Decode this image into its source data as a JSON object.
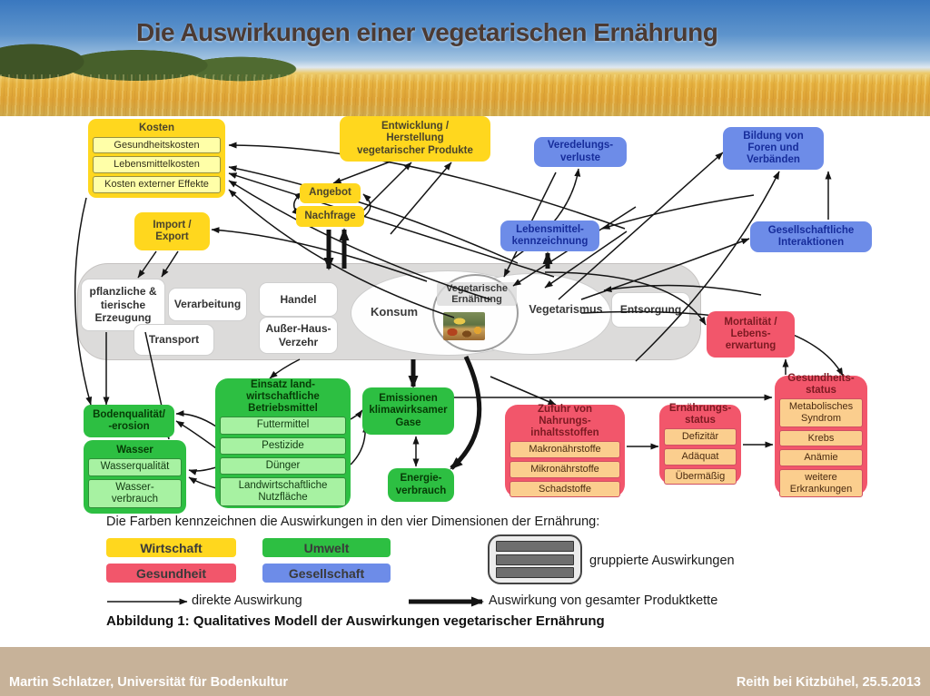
{
  "title": "Die Auswirkungen einer vegetarischen Ernährung",
  "footer": {
    "left": "Martin Schlatzer, Universität für Bodenkultur",
    "right": "Reith bei Kitzbühel, 25.5.2013"
  },
  "colors": {
    "wirtschaft": "#ffd71e",
    "umwelt": "#2dbf42",
    "gesundheit": "#f2566b",
    "gesellschaft": "#6d8ce8"
  },
  "boxes": {
    "kosten": {
      "title": "Kosten",
      "items": [
        "Gesundheitskosten",
        "Lebensmittelkosten",
        "Kosten externer Effekte"
      ]
    },
    "entwicklung": {
      "label": "Entwicklung /\nHerstellung\nvegetarischer Produkte"
    },
    "angebot": {
      "label": "Angebot"
    },
    "nachfrage": {
      "label": "Nachfrage"
    },
    "import_export": {
      "label": "Import /\nExport"
    },
    "veredelungsverluste": {
      "label": "Veredelungs-\nverluste"
    },
    "bildung_foren": {
      "label": "Bildung von\nForen und\nVerbänden"
    },
    "lebensmittelkennzeichnung": {
      "label": "Lebensmittel-\nkennzeichnung"
    },
    "gesellschaftliche_interaktionen": {
      "label": "Gesellschaftliche\nInteraktionen"
    },
    "einsatz_betriebsmittel": {
      "title": "Einsatz land-\nwirtschaftliche\nBetriebsmittel",
      "items": [
        "Futtermittel",
        "Pestizide",
        "Dünger",
        "Landwirtschaftliche\nNutzfläche"
      ]
    },
    "emissionen": {
      "label": "Emissionen\nklimawirksamer\nGase"
    },
    "energieverbrauch": {
      "label": "Energie-\nverbrauch"
    },
    "bodenqualitaet": {
      "label": "Bodenqualität/\n-erosion"
    },
    "wasser": {
      "title": "Wasser",
      "items": [
        "Wasserqualität",
        "Wasser-\nverbrauch"
      ]
    },
    "zufuhr": {
      "title": "Zufuhr von\nNahrungs-\ninhaltsstoffen",
      "items": [
        "Makronährstoffe",
        "Mikronährstoffe",
        "Schadstoffe"
      ]
    },
    "ernaehrungsstatus": {
      "title": "Ernährungs-\nstatus",
      "items": [
        "Defizitär",
        "Adäquat",
        "Übermäßig"
      ]
    },
    "gesundheitsstatus": {
      "title": "Gesundheits-\nstatus",
      "items": [
        "Metabolisches\nSyndrom",
        "Krebs",
        "Anämie",
        "weitere\nErkrankungen"
      ]
    },
    "mortalitaet": {
      "label": "Mortalität /\nLebens-\nerwartung"
    }
  },
  "chain": {
    "pflanzliche": "pflanzliche &\ntierische\nErzeugung",
    "verarbeitung": "Verarbeitung",
    "handel": "Handel",
    "ausser_haus": "Außer-Haus-\nVerzehr",
    "transport": "Transport",
    "konsum": "Konsum",
    "vegetarische_ernaehrung": "Vegetarische\nErnährung",
    "vegetarismus": "Vegetarismus",
    "entsorgung": "Entsorgung"
  },
  "legend": {
    "intro": "Die Farben kennzeichnen die Auswirkungen in den vier Dimensionen der Ernährung:",
    "chips": [
      {
        "label": "Wirtschaft"
      },
      {
        "label": "Umwelt"
      },
      {
        "label": "Gesundheit"
      },
      {
        "label": "Gesellschaft"
      }
    ],
    "grouped": "gruppierte Auswirkungen",
    "direct": "direkte Auswirkung",
    "chain": "Auswirkung von gesamter Produktkette"
  },
  "caption": "Abbildung 1: Qualitatives Modell der Auswirkungen vegetarischer Ernährung",
  "edges": [
    [
      430,
      178,
      367,
      202,
      null,
      null,
      0,
      0
    ],
    [
      333,
      212,
      330,
      237,
      316,
      225,
      0,
      1
    ],
    [
      399,
      240,
      400,
      214,
      416,
      228,
      0,
      0
    ],
    [
      362,
      253,
      362,
      296,
      null,
      null,
      1,
      0
    ],
    [
      379,
      296,
      379,
      253,
      null,
      null,
      1,
      0
    ],
    [
      688,
      252,
      252,
      160,
      430,
      160,
      0,
      0
    ],
    [
      570,
      290,
      252,
      184,
      400,
      215,
      0,
      0
    ],
    [
      610,
      305,
      252,
      191,
      420,
      245,
      0,
      0
    ],
    [
      540,
      330,
      252,
      199,
      380,
      280,
      0,
      0
    ],
    [
      500,
      350,
      252,
      209,
      350,
      300,
      0,
      0
    ],
    [
      470,
      310,
      233,
      253,
      330,
      260,
      0,
      0
    ],
    [
      95,
      218,
      100,
      446,
      68,
      330,
      0,
      0
    ],
    [
      117,
      366,
      117,
      446,
      null,
      null,
      0,
      0
    ],
    [
      160,
      366,
      186,
      484,
      172,
      420,
      0,
      0
    ],
    [
      330,
      396,
      297,
      417,
      310,
      406,
      0,
      0
    ],
    [
      238,
      470,
      194,
      456,
      215,
      455,
      0,
      0
    ],
    [
      238,
      494,
      194,
      464,
      212,
      475,
      0,
      0
    ],
    [
      238,
      515,
      208,
      518,
      218,
      521,
      0,
      0
    ],
    [
      238,
      538,
      208,
      526,
      218,
      532,
      0,
      0
    ],
    [
      386,
      462,
      399,
      452,
      396,
      456,
      0,
      0
    ],
    [
      386,
      512,
      402,
      468,
      404,
      494,
      0,
      0
    ],
    [
      455,
      396,
      455,
      426,
      null,
      null,
      1,
      0
    ],
    [
      513,
      393,
      497,
      516,
      549,
      470,
      1,
      0
    ],
    [
      458,
      514,
      458,
      481,
      null,
      null,
      0,
      1
    ],
    [
      603,
      296,
      603,
      279,
      null,
      null,
      1,
      0
    ],
    [
      690,
      492,
      725,
      492,
      null,
      null,
      0,
      0
    ],
    [
      818,
      490,
      851,
      490,
      null,
      null,
      0,
      0
    ],
    [
      865,
      413,
      865,
      396,
      null,
      null,
      0,
      0
    ],
    [
      470,
      438,
      850,
      438,
      null,
      null,
      0,
      0
    ],
    [
      540,
      415,
      612,
      446,
      null,
      null,
      0,
      0
    ],
    [
      640,
      345,
      928,
      414,
      884,
      333,
      0,
      0
    ],
    [
      600,
      300,
      777,
      358,
      742,
      300,
      0,
      0
    ],
    [
      615,
      330,
      796,
      168,
      null,
      null,
      0,
      0
    ],
    [
      700,
      398,
      858,
      189,
      802,
      300,
      0,
      0
    ],
    [
      912,
      242,
      912,
      189,
      null,
      null,
      0,
      0
    ],
    [
      640,
      330,
      825,
      263,
      752,
      291,
      0,
      0
    ],
    [
      830,
      215,
      663,
      252,
      737,
      229,
      0,
      0
    ],
    [
      565,
      285,
      637,
      186,
      629,
      240,
      0,
      0
    ],
    [
      612,
      190,
      555,
      305,
      null,
      null,
      0,
      0
    ],
    [
      700,
      228,
      565,
      315,
      null,
      null,
      0,
      0
    ],
    [
      690,
      255,
      600,
      317,
      null,
      null,
      0,
      0
    ],
    [
      838,
      325,
      665,
      320,
      747,
      307,
      0,
      0
    ],
    [
      398,
      234,
      453,
      179,
      null,
      null,
      0,
      0
    ],
    [
      430,
      258,
      497,
      179,
      null,
      null,
      0,
      0
    ],
    [
      172,
      277,
      152,
      306,
      null,
      null,
      0,
      0
    ],
    [
      196,
      277,
      178,
      305,
      null,
      null,
      0,
      0
    ],
    [
      118,
      663,
      206,
      663,
      null,
      null,
      0,
      0
    ],
    [
      450,
      663,
      531,
      663,
      null,
      null,
      1,
      0
    ]
  ]
}
